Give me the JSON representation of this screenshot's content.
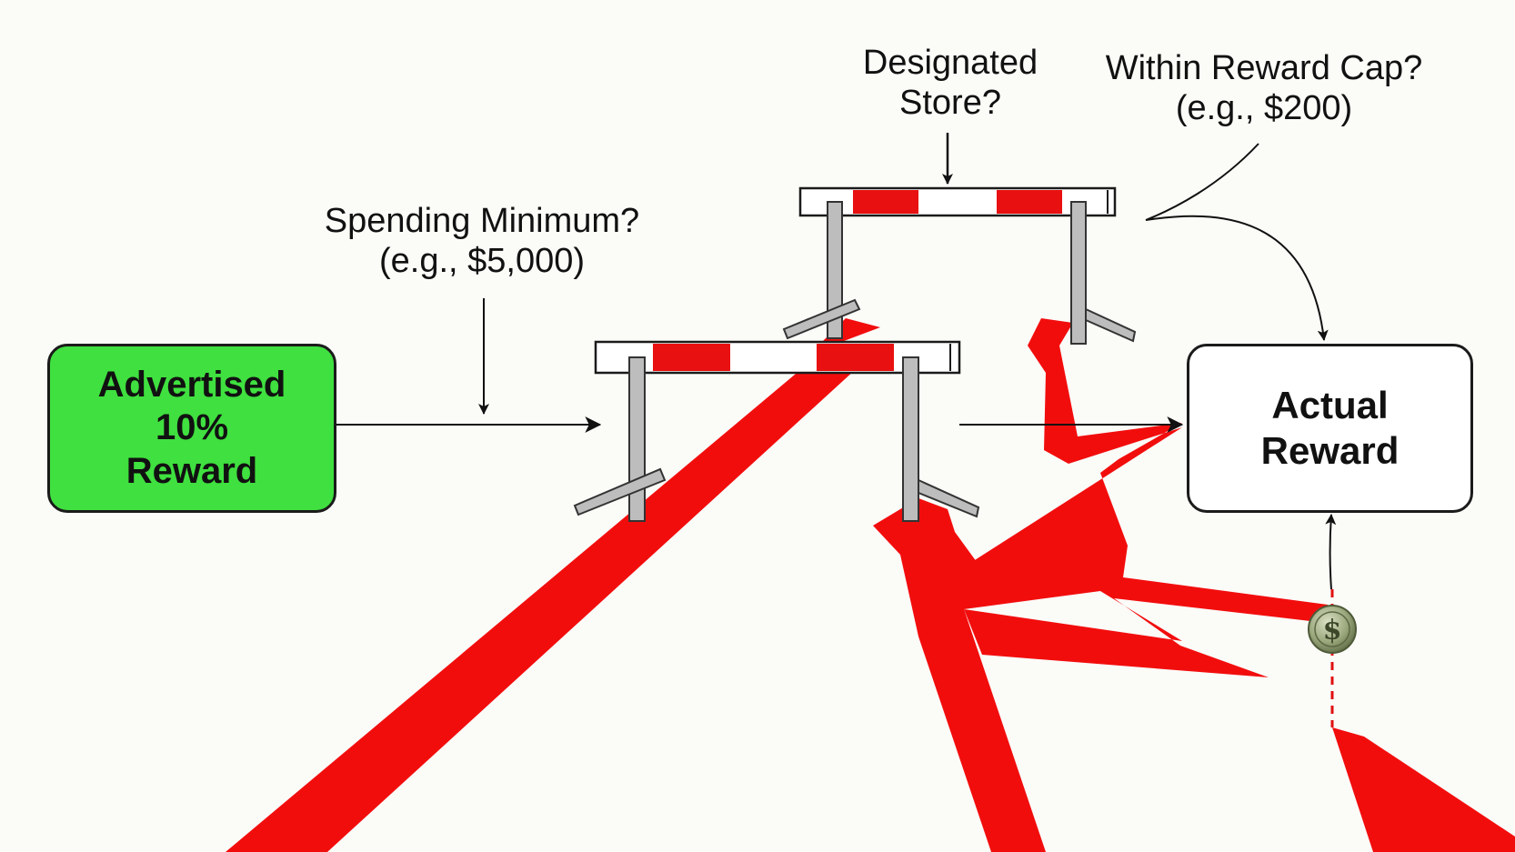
{
  "labels": {
    "spending_minimum": {
      "line1": "Spending Minimum?",
      "line2": "(e.g., $5,000)"
    },
    "designated_store": {
      "line1": "Designated",
      "line2": "Store?"
    },
    "reward_cap": {
      "line1": "Within Reward Cap?",
      "line2": "(e.g., $200)"
    }
  },
  "boxes": {
    "advertised": {
      "line1": "Advertised",
      "line2": "10%",
      "line3": "Reward"
    },
    "actual": {
      "line1": "Actual",
      "line2": "Reward"
    }
  },
  "icons": {
    "coin": "dollar-coin-icon"
  },
  "colors": {
    "leak_red": "#f20d0d",
    "advertised_green": "#3fe03f",
    "hurdle_stripe_red": "#e81010",
    "hurdle_post_gray": "#bdbdbd",
    "coin": "#8a9a6a"
  }
}
